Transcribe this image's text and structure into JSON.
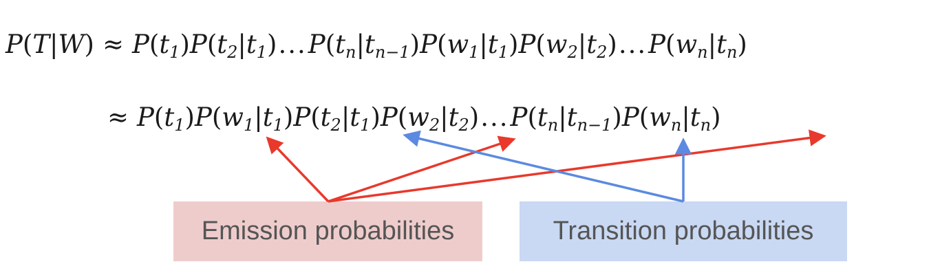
{
  "equation": {
    "line1": {
      "lhs": "P(T|W)",
      "operator": "≈",
      "rhs": "P(t1)P(t2|t1)...P(tn|tn−1)P(w1|t1)P(w2|t2)...P(wn|tn)"
    },
    "line2": {
      "operator": "≈",
      "rhs": "P(t1)P(w1|t1)P(t2|t1)P(w2|t2)...P(tn|tn−1)P(wn|tn)"
    }
  },
  "labels": {
    "emission": "Emission probabilities",
    "transition": "Transition  probabilities"
  },
  "colors": {
    "emission_arrow": "#e8392c",
    "transition_arrow": "#5b8ae0",
    "emission_box": "#efcccc",
    "transition_box": "#c9d8f3",
    "label_text": "#555555",
    "equation_text": "#1a1a1a"
  }
}
